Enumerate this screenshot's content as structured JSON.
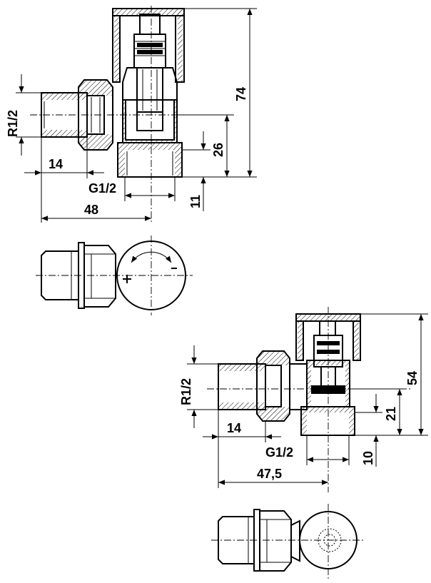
{
  "top_valve": {
    "thread_r": "R1/2",
    "dim_14": "14",
    "thread_g": "G1/2",
    "dim_48": "48",
    "dim_74": "74",
    "dim_26": "26",
    "dim_11": "11"
  },
  "bottom_valve": {
    "thread_r": "R1/2",
    "dim_14": "14",
    "thread_g": "G1/2",
    "dim_47_5": "47,5",
    "dim_54": "54",
    "dim_21": "21",
    "dim_10": "10"
  }
}
